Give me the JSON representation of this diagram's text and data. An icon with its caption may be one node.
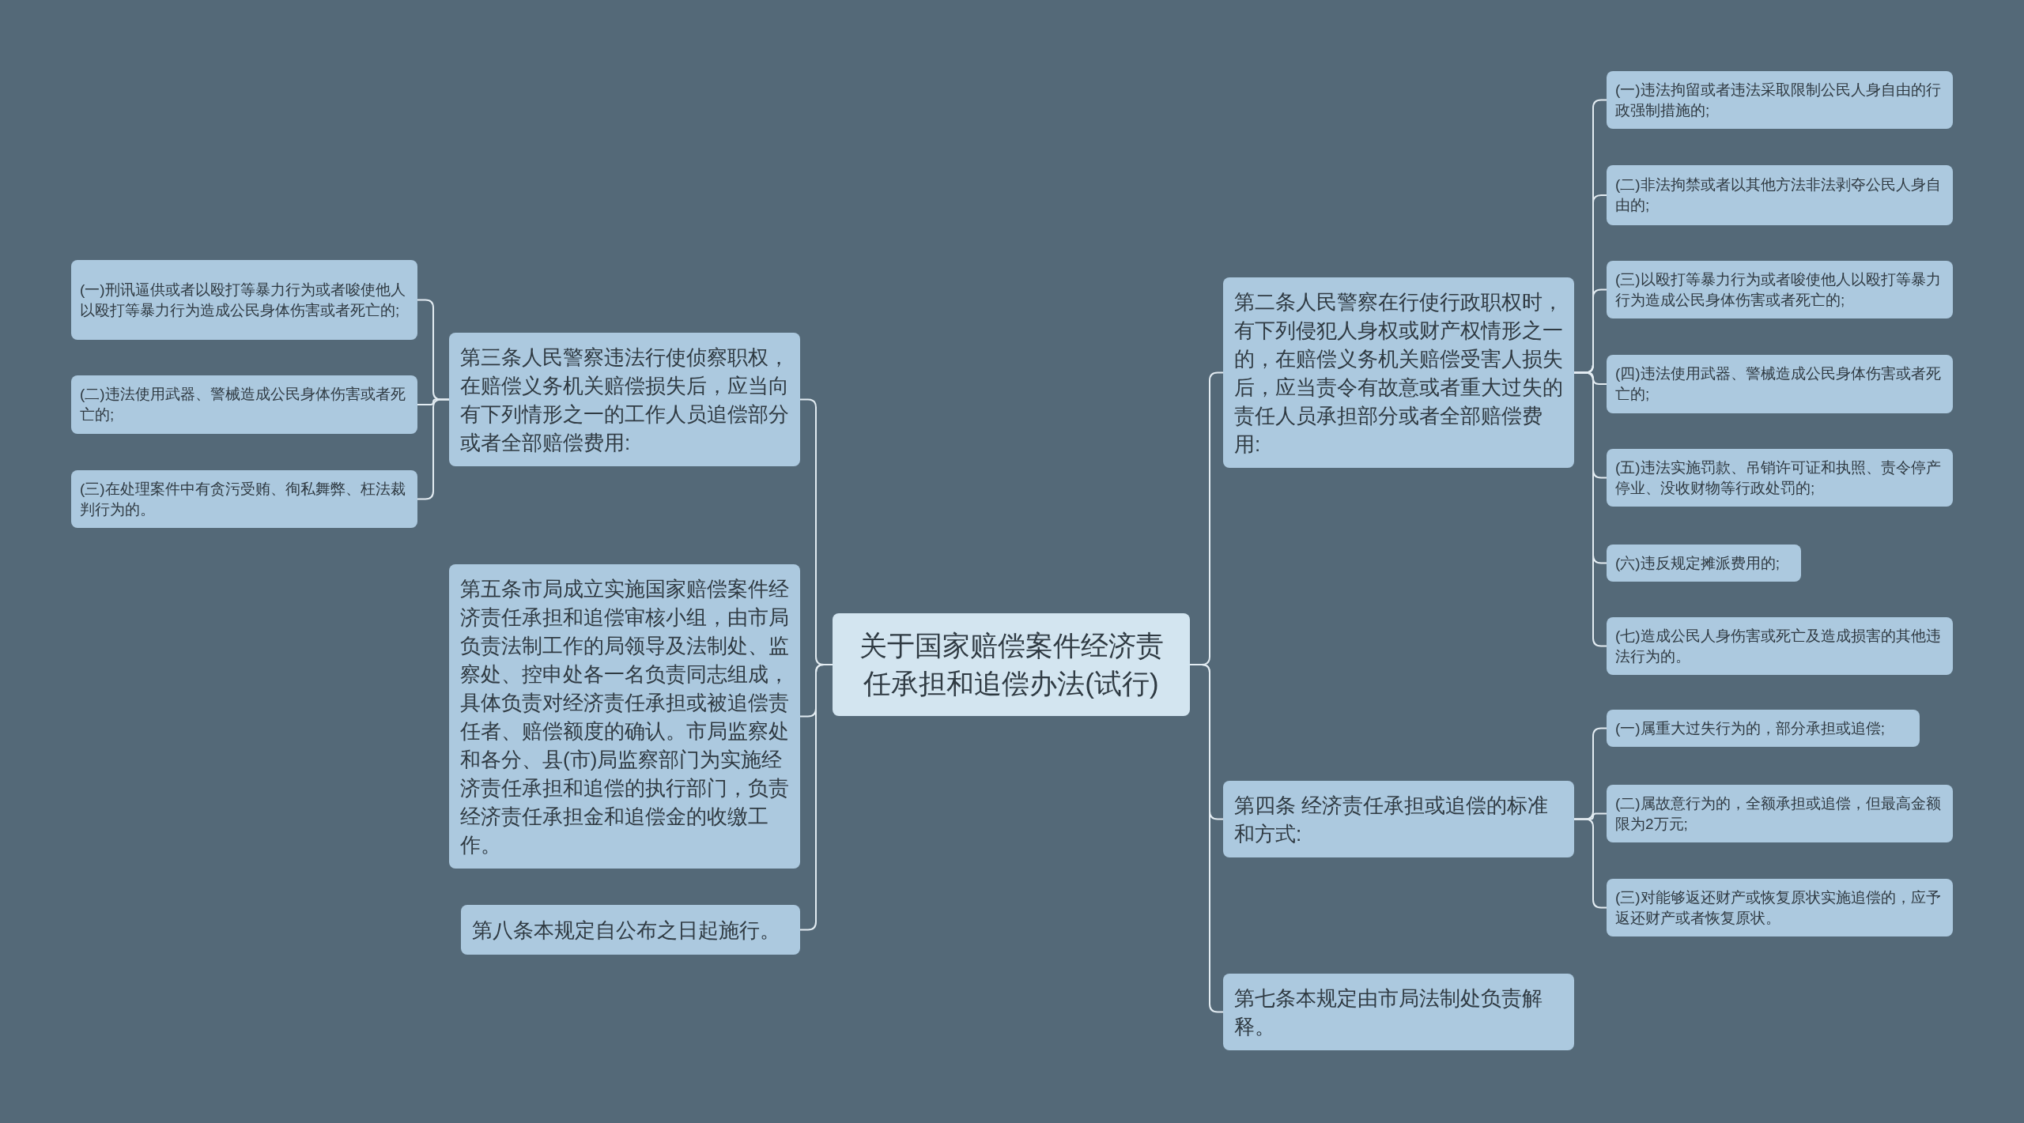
{
  "diagram": {
    "nodes": [
      {
        "text": [
          "关于国家赔偿案件经济责任承担和追偿办法(试行)"
        ]
      },
      {
        "text": [
          "第三条人民警察违法行使侦察职权，在赔偿义务机关赔偿损失后，应当向有下列情形之一的工作人员追偿部分或者全部赔偿费用:"
        ]
      },
      {
        "text": [
          "(一)刑讯逼供或者以殴打等暴力行为或者唆使他人以殴打等暴力行为造成公民身体伤害或者死亡的;"
        ]
      },
      {
        "text": [
          "(二)违法使用武器、警械造成公民身体伤害或者死亡的;"
        ]
      },
      {
        "text": [
          "(三)在处理案件中有贪污受贿、徇私舞弊、枉法裁判行为的。"
        ]
      },
      {
        "text": [
          "第五条市局成立实施国家赔偿案件经济责任承担和追偿审核小组，由市局负责法制工作的局领导及法制处、监察处、控申处各一名负责同志组成，具体负责对经济责任承担或被追偿责任者、赔偿额度的确认。市局监察处和各分、县(市)局监察部门为实施经济责任承担和追偿的执行部门，负责经济责任承担金和追偿金的收缴工作。"
        ]
      },
      {
        "text": [
          "第八条本规定自公布之日起施行。"
        ]
      },
      {
        "text": [
          "第二条人民警察在行使行政职权时，有下列侵犯人身权或财产权情形之一的，在赔偿义务机关赔偿受害人损失后，应当责令有故意或者重大过失的责任人员承担部分或者全部赔偿费用:"
        ]
      },
      {
        "text": [
          "(一)违法拘留或者违法采取限制公民人身自由的行政强制措施的;"
        ]
      },
      {
        "text": [
          "(二)非法拘禁或者以其他方法非法剥夺公民人身自由的;"
        ]
      },
      {
        "text": [
          "(三)以殴打等暴力行为或者唆使他人以殴打等暴力行为造成公民身体伤害或者死亡的;"
        ]
      },
      {
        "text": [
          "(四)违法使用武器、警械造成公民身体伤害或者死亡的;"
        ]
      },
      {
        "text": [
          "(五)违法实施罚款、吊销许可证和执照、责令停产停业、没收财物等行政处罚的;"
        ]
      },
      {
        "text": [
          "(六)违反规定摊派费用的;"
        ]
      },
      {
        "text": [
          "(七)造成公民人身伤害或死亡及造成损害的其他违法行为的。"
        ]
      },
      {
        "text": [
          "第四条 经济责任承担或追偿的标准和方式:"
        ]
      },
      {
        "text": [
          "(一)属重大过失行为的，部分承担或追偿;"
        ]
      },
      {
        "text": [
          "(二)属故意行为的，全额承担或追偿，但最高金额限为2万元;"
        ]
      },
      {
        "text": [
          "(三)对能够返还财产或恢复原状实施追偿的，应予返还财产或者恢复原状。"
        ]
      },
      {
        "text": [
          "第七条本规定由市局法制处负责解释。"
        ]
      }
    ],
    "edges": [
      {
        "from": 0,
        "to": 1,
        "arrow": "none"
      },
      {
        "from": 1,
        "to": 2,
        "arrow": "none"
      },
      {
        "from": 1,
        "to": 3,
        "arrow": "none"
      },
      {
        "from": 1,
        "to": 4,
        "arrow": "none"
      },
      {
        "from": 0,
        "to": 5,
        "arrow": "none"
      },
      {
        "from": 0,
        "to": 6,
        "arrow": "none"
      },
      {
        "from": 0,
        "to": 7,
        "arrow": "none"
      },
      {
        "from": 7,
        "to": 8,
        "arrow": "none"
      },
      {
        "from": 7,
        "to": 9,
        "arrow": "none"
      },
      {
        "from": 7,
        "to": 10,
        "arrow": "none"
      },
      {
        "from": 7,
        "to": 11,
        "arrow": "none"
      },
      {
        "from": 7,
        "to": 12,
        "arrow": "none"
      },
      {
        "from": 7,
        "to": 13,
        "arrow": "none"
      },
      {
        "from": 7,
        "to": 14,
        "arrow": "none"
      },
      {
        "from": 0,
        "to": 15,
        "arrow": "none"
      },
      {
        "from": 15,
        "to": 16,
        "arrow": "none"
      },
      {
        "from": 15,
        "to": 17,
        "arrow": "none"
      },
      {
        "from": 15,
        "to": 18,
        "arrow": "none"
      },
      {
        "from": 0,
        "to": 19,
        "arrow": "none"
      }
    ]
  }
}
